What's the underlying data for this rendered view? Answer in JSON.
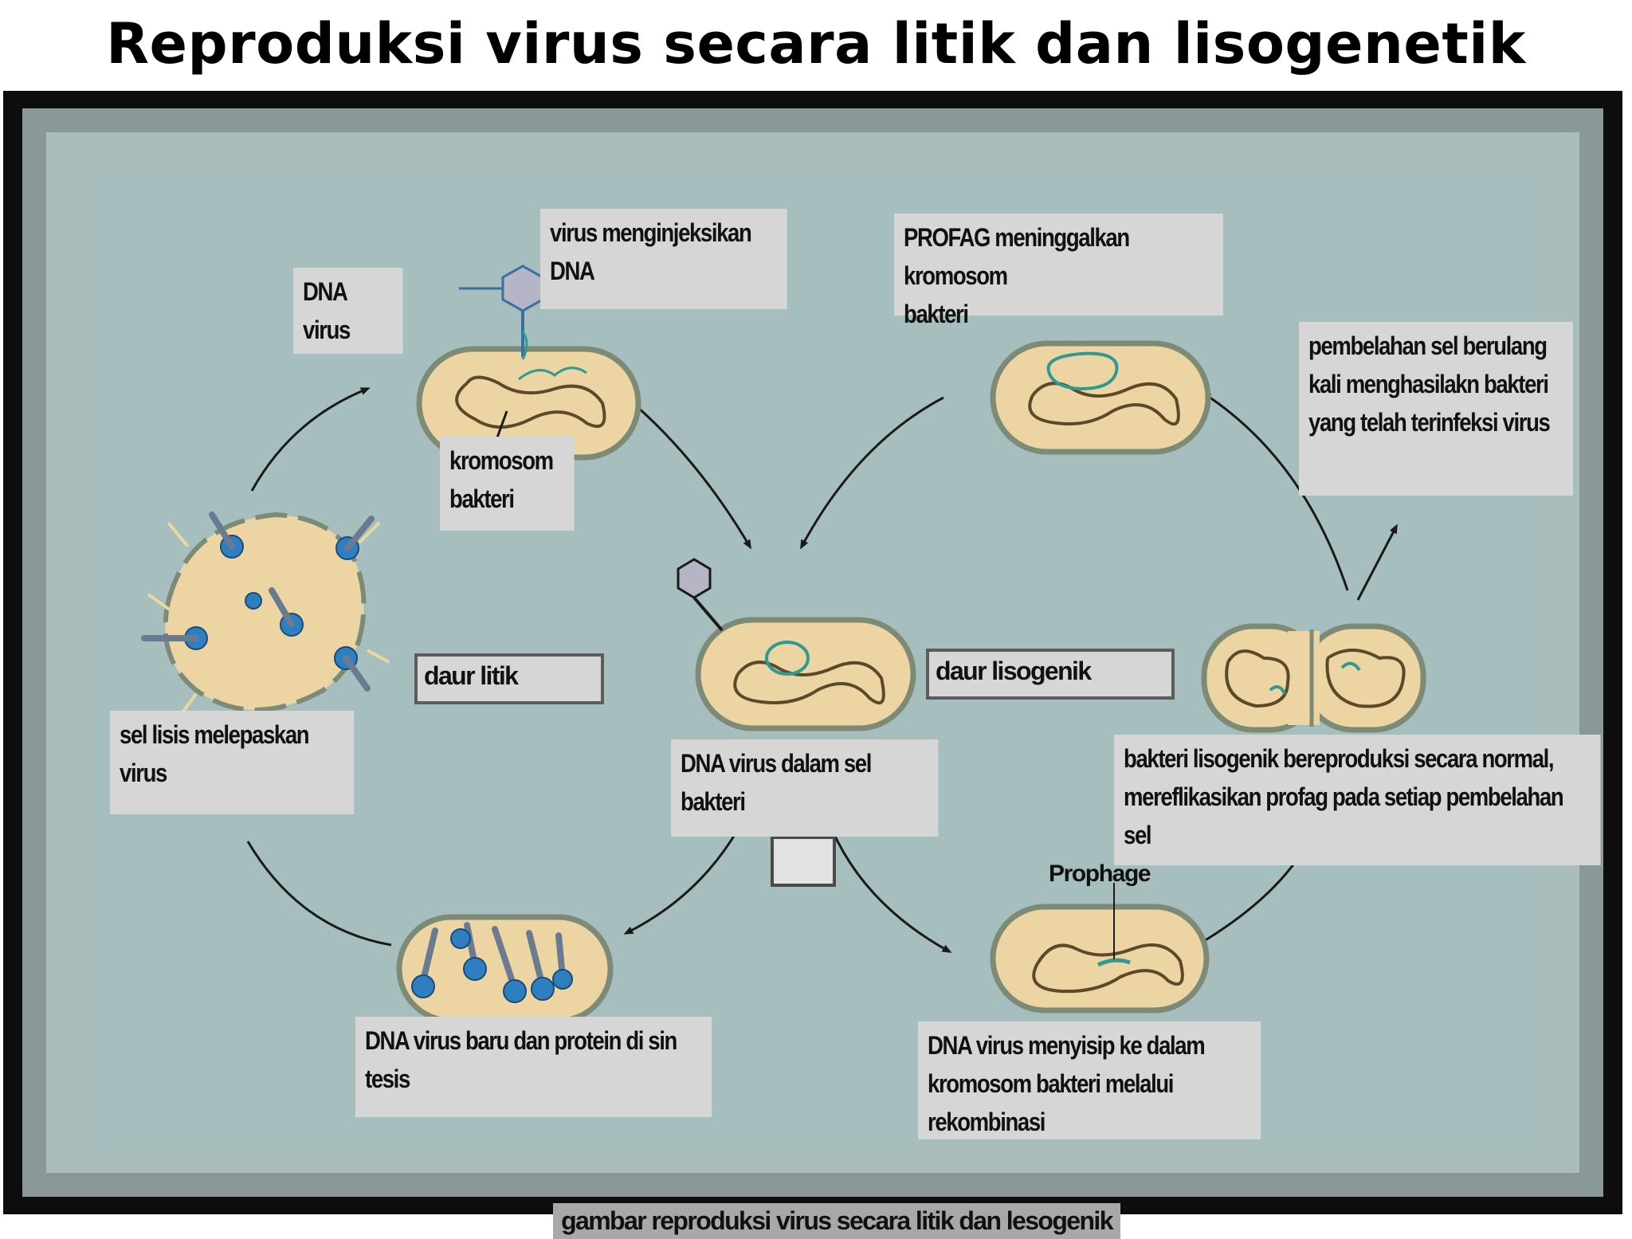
{
  "title": "Reproduksi virus secara litik dan lisogenetik",
  "labels": {
    "dna_virus": "DNA virus",
    "virus_inject": "virus menginjeksikan\nDNA",
    "kromosom": "kromosom\nbakteri",
    "profag": "PROFAG meninggalkan kromosom\nbakteri",
    "pembelahan": "pembelahan sel berulang\nkali menghasilakn bakteri\nyang telah terinfeksi virus",
    "daur_litik": "daur litik",
    "daur_lisogenik": "daur lisogenik",
    "sel_lisis": "sel lisis melepaskan\nvirus",
    "dna_dalam_sel": "DNA virus dalam sel\nbakteri",
    "bakteri_lisogenik": "bakteri lisogenik bereproduksi secara normal,\nmereflikasikan profag pada setiap pembelahan\nsel",
    "prophage": "Prophage",
    "dna_baru": "DNA virus baru dan protein di sin\ntesis",
    "dna_menyisip": "DNA virus menyisip ke dalam\nkromosom bakteri melalui rekombinasi"
  },
  "caption": "gambar reproduksi virus secara litik dan lesogenik",
  "colors": {
    "background": "#a6bfbe",
    "cell_fill": "#ecd5a2",
    "cell_outline": "#7c8a76",
    "dna_chromosome": "#5a4a2a",
    "viral_dna": "#2f9a94",
    "virus_capsid": "#b5b5c5",
    "virus_blue": "#2e7fc0",
    "label_bg": "#d6d6d6"
  }
}
